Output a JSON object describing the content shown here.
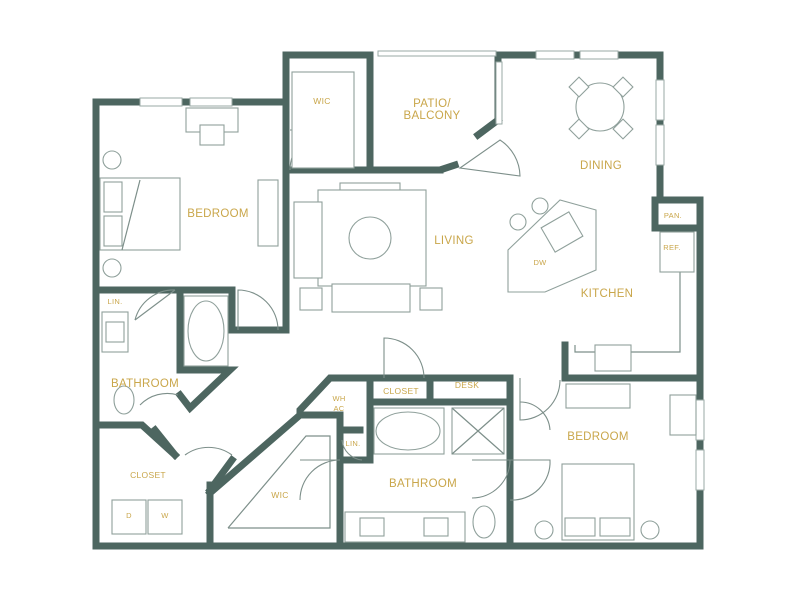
{
  "rooms": {
    "wic_top": "WIC",
    "patio": [
      "PATIO/",
      "BALCONY"
    ],
    "bedroom_left": "BEDROOM",
    "dining": "DINING",
    "living": "LIVING",
    "pan": "PAN.",
    "ref": "REF.",
    "dw": "DW",
    "kitchen": "KITCHEN",
    "lin_left": "LIN.",
    "bathroom_left": "BATHROOM",
    "wh_ac": [
      "WH",
      "AC"
    ],
    "closet_mid": "CLOSET",
    "desk": "DESK",
    "bedroom_right": "BEDROOM",
    "lin_mid": "LIN.",
    "closet_left": "CLOSET",
    "wic_bottom": "WIC",
    "bathroom_mid": "BATHROOM",
    "dryer": "D",
    "washer": "W"
  },
  "colors": {
    "wall": "#4d6660",
    "label": "#c9a64a",
    "fixture": "#8fa09b"
  }
}
